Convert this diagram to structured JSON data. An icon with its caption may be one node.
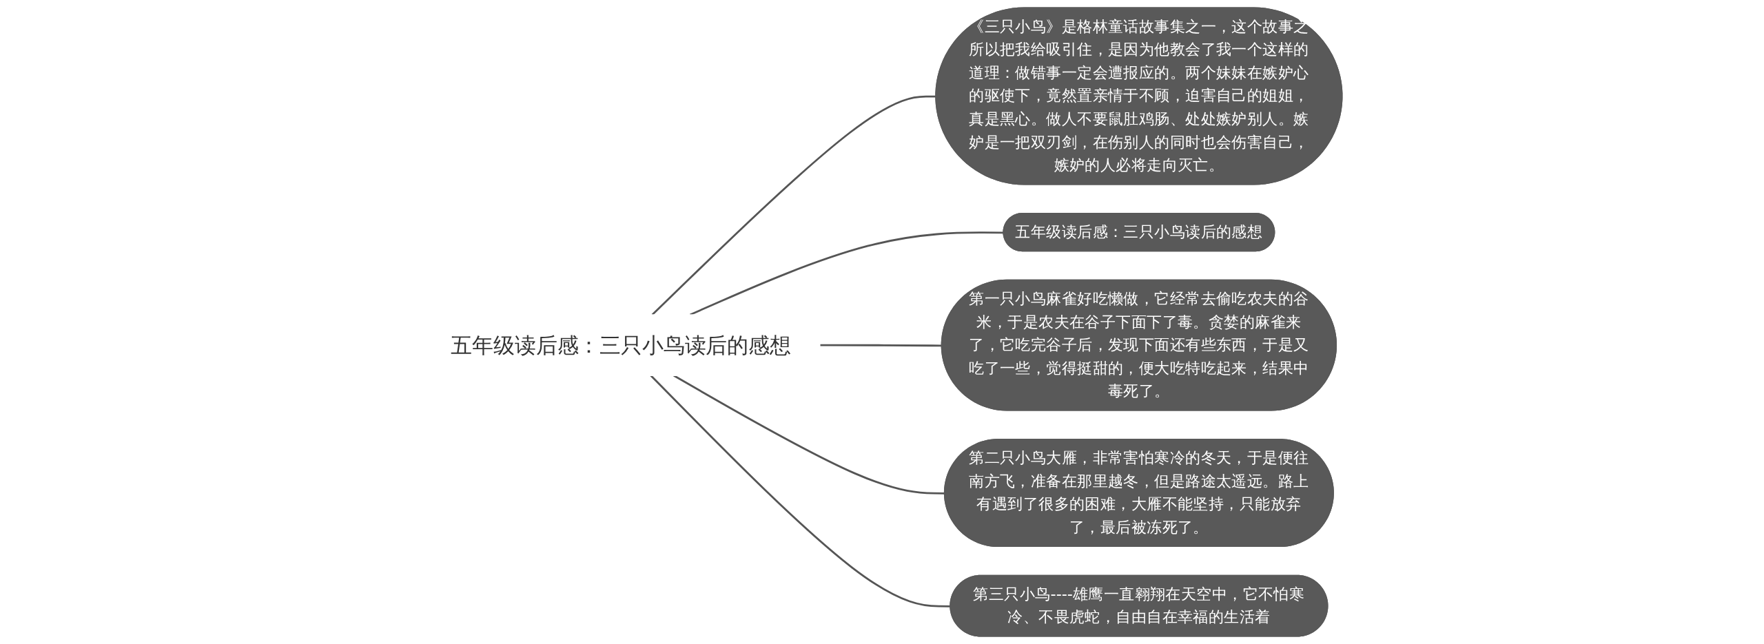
{
  "diagram": {
    "nodes": [
      {
        "text": [
          "五年级读后感：三只小鸟读后的感想"
        ]
      },
      {
        "text": [
          "《三只小鸟》是格林童话故事集之一，这个故事之所以把我给吸引住，是因为他教会了我一个这样的道理：做错事一定会遭报应的。两个妹妹在嫉妒心的驱使下，竟然置亲情于不顾，迫害自己的姐姐，真是黑心。做人不要鼠肚鸡肠、处处嫉妒别人。嫉妒是一把双刃剑，在伤别人的同时也会伤害自己，嫉妒的人必将走向灭亡。"
        ]
      },
      {
        "text": [
          "五年级读后感：三只小鸟读后的感想"
        ]
      },
      {
        "text": [
          "第一只小鸟麻雀好吃懒做，它经常去偷吃农夫的谷米，于是农夫在谷子下面下了毒。贪婪的麻雀来了，它吃完谷子后，发现下面还有些东西，于是又吃了一些，觉得挺甜的，便大吃特吃起来，结果中毒死了。"
        ]
      },
      {
        "text": [
          "第二只小鸟大雁，非常害怕寒冷的冬天，于是便往南方飞，准备在那里越冬，但是路途太遥远。路上有遇到了很多的困难，大雁不能坚持，只能放弃了，最后被冻死了。"
        ]
      },
      {
        "text": [
          "第三只小鸟----雄鹰一直翱翔在天空中，它不怕寒冷、不畏虎蛇，自由自在幸福的生活着"
        ]
      }
    ],
    "edges": [
      {
        "from": 0,
        "to": 1,
        "arrow": "none"
      },
      {
        "from": 0,
        "to": 2,
        "arrow": "none"
      },
      {
        "from": 0,
        "to": 3,
        "arrow": "none"
      },
      {
        "from": 0,
        "to": 4,
        "arrow": "none"
      },
      {
        "from": 0,
        "to": 5,
        "arrow": "none"
      }
    ]
  }
}
